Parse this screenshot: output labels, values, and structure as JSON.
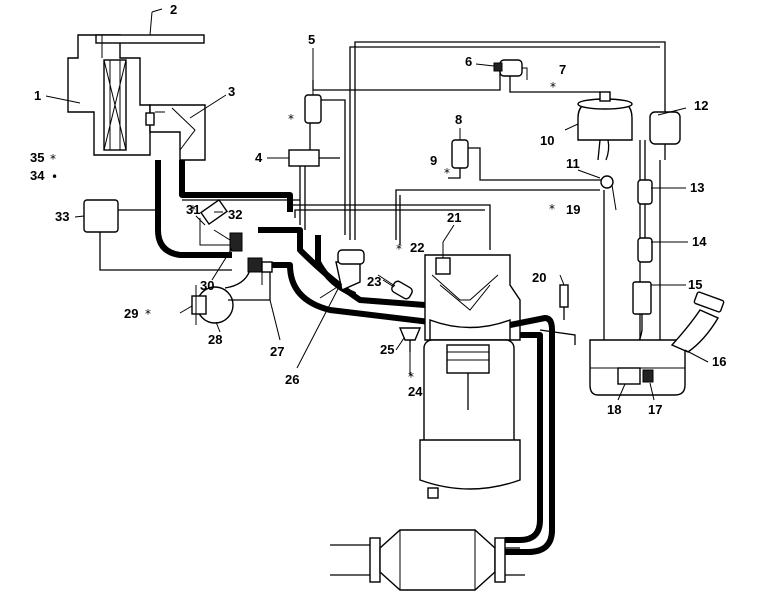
{
  "diagram": {
    "type": "engine-emission-system-schematic",
    "callouts": [
      {
        "id": "c1",
        "text": "1"
      },
      {
        "id": "c2",
        "text": "2"
      },
      {
        "id": "c3",
        "text": "3"
      },
      {
        "id": "c4",
        "text": "4"
      },
      {
        "id": "c5",
        "text": "5"
      },
      {
        "id": "c6",
        "text": "6"
      },
      {
        "id": "c7",
        "text": "7"
      },
      {
        "id": "c8",
        "text": "8"
      },
      {
        "id": "c9",
        "text": "9"
      },
      {
        "id": "c10",
        "text": "10"
      },
      {
        "id": "c11",
        "text": "11"
      },
      {
        "id": "c12",
        "text": "12"
      },
      {
        "id": "c13",
        "text": "13"
      },
      {
        "id": "c14",
        "text": "14"
      },
      {
        "id": "c15",
        "text": "15"
      },
      {
        "id": "c16",
        "text": "16"
      },
      {
        "id": "c17",
        "text": "17"
      },
      {
        "id": "c18",
        "text": "18"
      },
      {
        "id": "c19",
        "text": "19"
      },
      {
        "id": "c20",
        "text": "20"
      },
      {
        "id": "c21",
        "text": "21"
      },
      {
        "id": "c22",
        "text": "22"
      },
      {
        "id": "c23",
        "text": "23"
      },
      {
        "id": "c24",
        "text": "24"
      },
      {
        "id": "c25",
        "text": "25"
      },
      {
        "id": "c26",
        "text": "26"
      },
      {
        "id": "c27",
        "text": "27"
      },
      {
        "id": "c28",
        "text": "28"
      },
      {
        "id": "c29",
        "text": "29"
      },
      {
        "id": "c30",
        "text": "30"
      },
      {
        "id": "c31",
        "text": "31"
      },
      {
        "id": "c32",
        "text": "32"
      },
      {
        "id": "c33",
        "text": "33"
      },
      {
        "id": "c34",
        "text": "34"
      },
      {
        "id": "c35",
        "text": "35"
      }
    ],
    "marker_symbol": "*",
    "electrical_marker_symbol": "•"
  }
}
